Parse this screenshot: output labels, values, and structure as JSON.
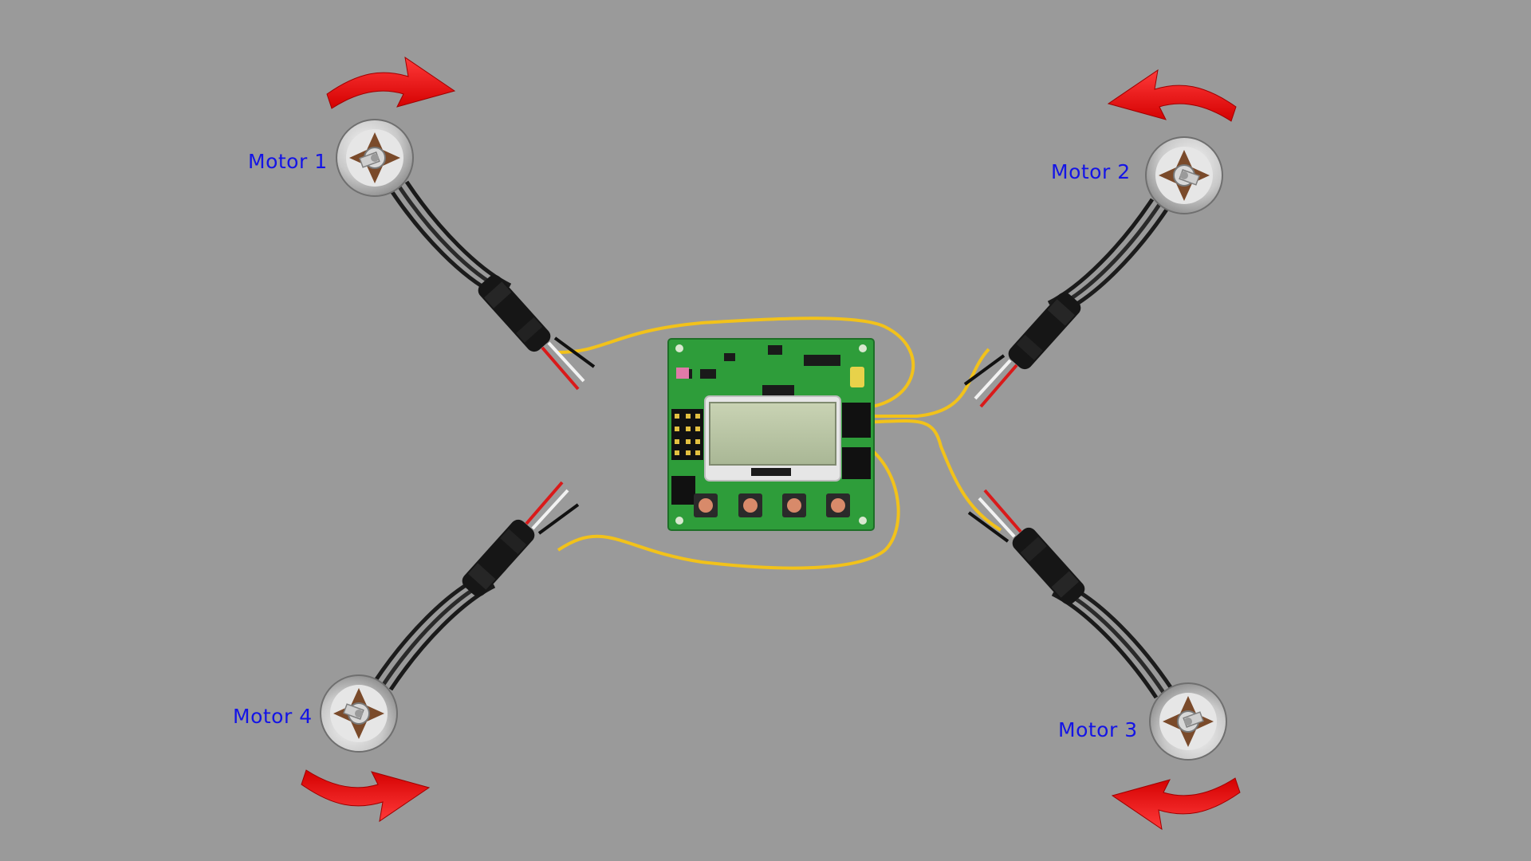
{
  "diagram": {
    "background_color": "#9a9a9a",
    "label_color": "#1414e6",
    "arrow_color": "#ff1a1a",
    "wire_color": "#f2c21a",
    "board_color": "#2e9d3a",
    "motors": [
      {
        "id": "m1",
        "label": "Motor 1",
        "rotation": "clockwise"
      },
      {
        "id": "m2",
        "label": "Motor 2",
        "rotation": "counter-clockwise"
      },
      {
        "id": "m3",
        "label": "Motor 3",
        "rotation": "clockwise"
      },
      {
        "id": "m4",
        "label": "Motor 4",
        "rotation": "counter-clockwise"
      }
    ],
    "flight_controller": {
      "icon": "flight-controller-board-icon",
      "has_lcd": true,
      "button_count": 4
    }
  }
}
